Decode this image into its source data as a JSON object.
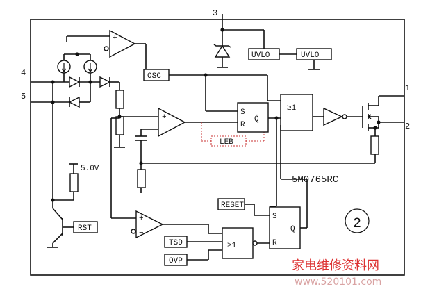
{
  "pins": {
    "vcc": "3",
    "in1": "4",
    "in2": "5",
    "drain": "1",
    "source": "2"
  },
  "blocks": {
    "osc": "OSC",
    "uvlo1": "UVLO",
    "uvlo2": "UVLO",
    "leb": "LEB",
    "reset": "RESET",
    "tsd": "TSD",
    "ovp": "OVP",
    "rst": "RST"
  },
  "latch_top": {
    "s": "S",
    "r": "R",
    "q": "Q̄"
  },
  "latch_bottom": {
    "s": "S",
    "r": "R",
    "q": "Q"
  },
  "gates": {
    "or_top": "≥1",
    "or_bottom": "≥1"
  },
  "voltage": "5.0V",
  "part_number": "5M0765RC",
  "figure_number": "②",
  "watermark": {
    "cn": "家电维修资料网",
    "url": "www.520101.com"
  }
}
